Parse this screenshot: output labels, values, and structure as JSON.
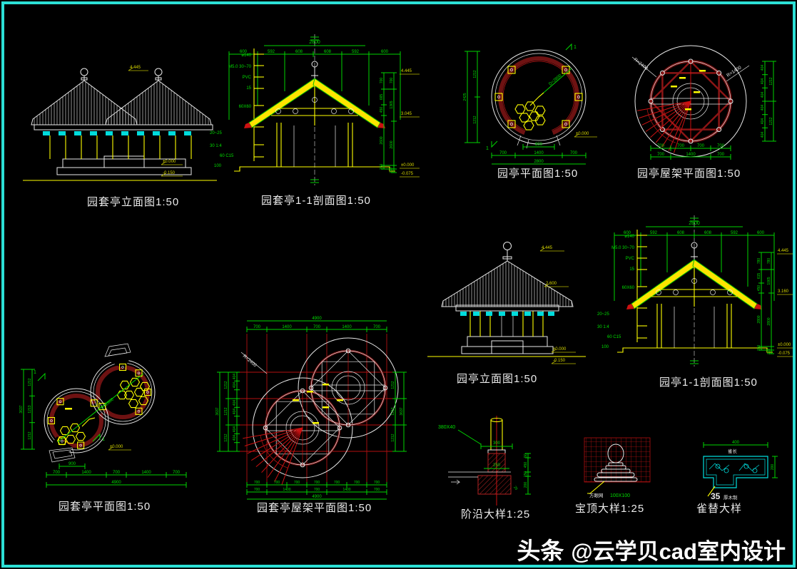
{
  "canvas": {
    "bg": "#000000",
    "frame": "#2ce0d6"
  },
  "watermark": {
    "brand": "头条",
    "handle": "@云学贝cad室内设计"
  },
  "drawings": {
    "double_elevation": {
      "title": "园套亭立面图1:50",
      "flag_top": "4.445",
      "flag_zero": "±0.000",
      "flag_neg": "-0.150"
    },
    "double_section": {
      "title": "园套亭1-1剖面图1:50",
      "top_total": "2800",
      "top": [
        "600",
        "592",
        "608",
        "608",
        "592",
        "600"
      ],
      "left": [
        "ø140",
        "M5.0 30~70",
        "PVC",
        "15",
        "60X60",
        "20~25",
        "30 1:4",
        "60 C15",
        "100"
      ],
      "rin": [
        "700",
        "665",
        "450",
        "2600",
        "150"
      ],
      "rout": [
        "700",
        "1365",
        "2600",
        "150"
      ],
      "ev": [
        "4.445",
        "3.045",
        "±0.000",
        "-0.075"
      ]
    },
    "single_plan": {
      "title": "园亭平面图1:50",
      "left": [
        "1212",
        "1212"
      ],
      "left_total": "2425",
      "b_inner": "800",
      "b": [
        "700",
        "1400",
        "700"
      ],
      "b_total": "2800",
      "dia": "D=2800",
      "level": "±0.000",
      "mark": "1"
    },
    "single_roof_plan": {
      "title": "园亭屋架平面图1:50",
      "r_outer": "R=2400",
      "r_inner": "R=1400",
      "seg": "404",
      "r_totals": [
        "1212",
        "1212"
      ],
      "b1": [
        "700",
        "700",
        "700",
        "700"
      ],
      "b2": [
        "700",
        "1400",
        "700"
      ]
    },
    "single_elevation": {
      "title": "园亭立面图1:50",
      "flag_top": "4.445",
      "flag_mid": "2.600",
      "flag_zero": "±0.000",
      "flag_neg": "-0.150"
    },
    "single_section": {
      "title": "园亭1-1剖面图1:50",
      "top_total": "2800",
      "top": [
        "600",
        "592",
        "608",
        "608",
        "592",
        "600"
      ],
      "left": [
        "ø140",
        "M5.0 30~70",
        "PVC",
        "15",
        "60X60",
        "20~25",
        "30 1:4",
        "60 C15",
        "100"
      ],
      "rin": [
        "780",
        "615",
        "450",
        "2800",
        "150"
      ],
      "rout": [
        "780",
        "1065",
        "2800",
        "150"
      ],
      "ev": [
        "4.445",
        "3.160",
        "±0.000",
        "-0.075"
      ]
    },
    "double_plan": {
      "title": "园套亭平面图1:50",
      "left": [
        "1212",
        "1213",
        "1212"
      ],
      "left_total": "3637",
      "b_inner": "900",
      "b": [
        "700",
        "1400",
        "700",
        "1400",
        "700"
      ],
      "b_total": "4900",
      "dia": "D=2800",
      "level": "±0.000",
      "mark": "1"
    },
    "double_roof_plan": {
      "title": "园套亭屋架平面图1:50",
      "top_total": "4900",
      "top": [
        "700",
        "1400",
        "700",
        "1400",
        "700"
      ],
      "seg": "404",
      "left": [
        "1212",
        "1212",
        "1212"
      ],
      "left_total": "3637",
      "right": [
        "1212",
        "1212",
        "1212"
      ],
      "right_total": "3637",
      "r_label": "R=2400",
      "b1": [
        "700",
        "700",
        "700",
        "700",
        "700",
        "700",
        "700"
      ],
      "b2": [
        "700",
        "1400",
        "700",
        "1400",
        "700"
      ],
      "b_total": "4900"
    },
    "step_detail": {
      "title": "阶沿大样1:25",
      "leader": "380X40",
      "w_top": "300",
      "w_mid": "250",
      "right": [
        "50",
        "450",
        "150",
        "200"
      ],
      "slope": "25"
    },
    "finial_detail": {
      "title": "宝顶大样1:25",
      "note_name": "方眼网",
      "note_size": "100X100"
    },
    "bracket_detail": {
      "title": "雀替大样",
      "w_top": "400",
      "w_sub": "雀长",
      "h_right": "200",
      "note_num": "35",
      "note_text": "厚木制"
    }
  }
}
